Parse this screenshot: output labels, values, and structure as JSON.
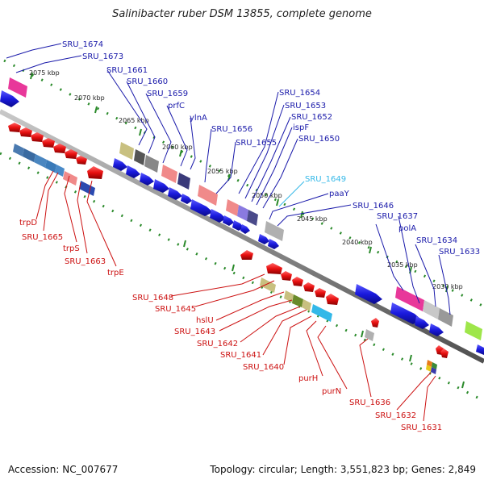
{
  "title": "Salinibacter ruber DSM 13855, complete genome",
  "footer": {
    "accession": "Accession: NC_007677",
    "topology": "Topology: circular; Length: 3,551,823 bp; Genes: 2,849"
  },
  "colors": {
    "forward_label": "#1a1aaa",
    "reverse_label": "#cc1111",
    "highlight_label": "#33b8e8",
    "forward_cds": "#1a1add",
    "reverse_cds": "#e81010",
    "backbone": "#909090",
    "tick": "#2a8a2a"
  },
  "kbp_ticks": [
    "2075 kbp",
    "2070 kbp",
    "2065 kbp",
    "2060 kbp",
    "2055 kbp",
    "2050 kbp",
    "2045 kbp",
    "2040 kbp",
    "2035 kbp",
    "2030 kbp"
  ],
  "forward_labels": [
    "SRU_1674",
    "SRU_1673",
    "SRU_1661",
    "SRU_1660",
    "SRU_1659",
    "prfC",
    "ylnA",
    "SRU_1656",
    "SRU_1655",
    "SRU_1654",
    "SRU_1653",
    "SRU_1652",
    "ispF",
    "SRU_1650",
    "SRU_1649",
    "paaY",
    "SRU_1646",
    "SRU_1637",
    "polA",
    "SRU_1634",
    "SRU_1633"
  ],
  "reverse_labels": [
    "trpD",
    "SRU_1665",
    "trpS",
    "SRU_1663",
    "trpE",
    "SRU_1648",
    "SRU_1645",
    "hslU",
    "SRU_1643",
    "SRU_1642",
    "SRU_1641",
    "SRU_1640",
    "purH",
    "purN",
    "SRU_1636",
    "SRU_1632",
    "SRU_1631"
  ]
}
